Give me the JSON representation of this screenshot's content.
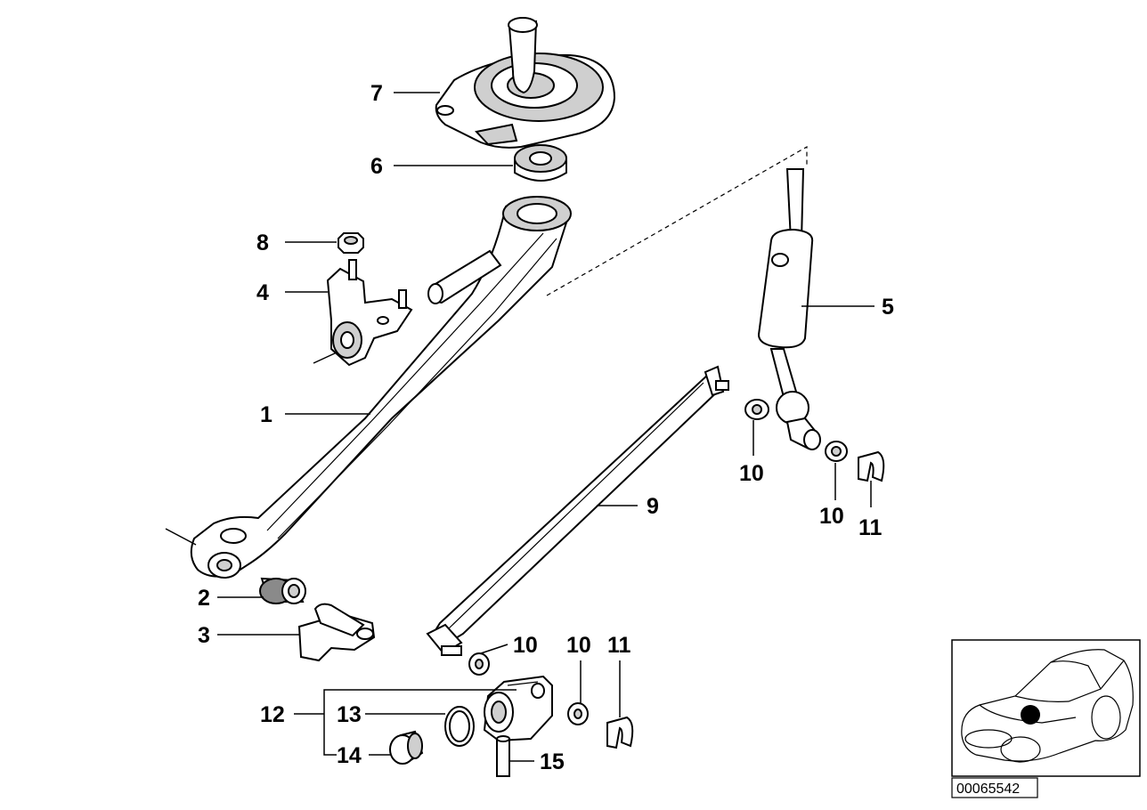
{
  "callouts": {
    "c1": "1",
    "c2": "2",
    "c3": "3",
    "c4": "4",
    "c5": "5",
    "c6": "6",
    "c7": "7",
    "c8": "8",
    "c9": "9",
    "c10a": "10",
    "c10b": "10",
    "c10c": "10",
    "c10d": "10",
    "c11a": "11",
    "c11b": "11",
    "c12": "12",
    "c13": "13",
    "c14": "14",
    "c15": "15"
  },
  "reference_number": "00065542",
  "colors": {
    "line": "#000000",
    "background": "#ffffff",
    "marker": "#000000"
  }
}
